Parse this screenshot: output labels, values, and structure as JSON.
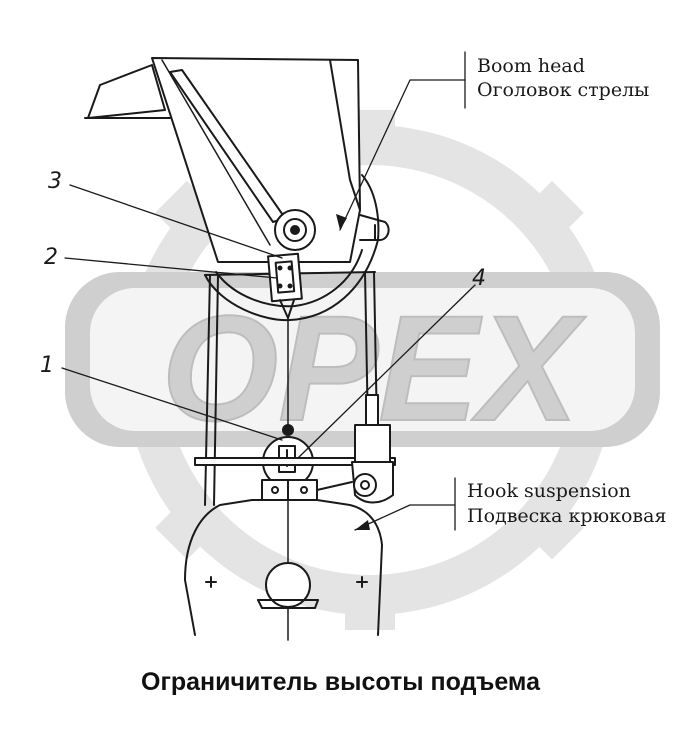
{
  "labels": {
    "boom_head_en": "Boom head",
    "boom_head_ru": "Оголовок стрелы",
    "hook_en": "Hook suspension",
    "hook_ru": "Подвеска крюковая"
  },
  "callouts": [
    "1",
    "2",
    "3",
    "4"
  ],
  "watermark": "OPEX",
  "caption": "Ограничитель высоты подъема",
  "colors": {
    "line": "#1a1a1a",
    "watermark": "#d8d8d8"
  }
}
